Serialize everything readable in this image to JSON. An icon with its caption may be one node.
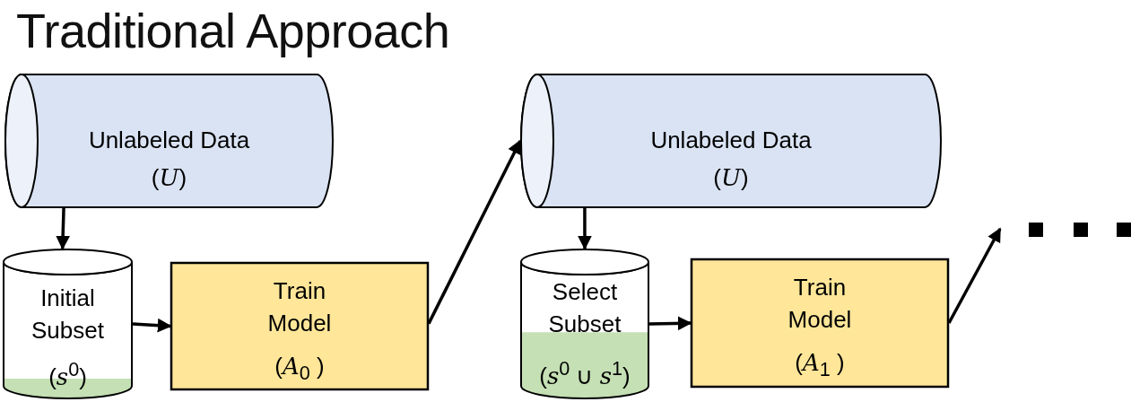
{
  "diagram": {
    "title": "Traditional Approach",
    "nodes": [
      {
        "text": [
          "Unlabeled Data",
          "(*U*)"
        ]
      },
      {
        "text": [
          "Initial Subset",
          "(*s*$^{0}$)"
        ]
      },
      {
        "text": [
          "Train Model",
          "(*A*$_{0}$ )"
        ]
      },
      {
        "text": [
          "Unlabeled Data",
          "(*U*)"
        ]
      },
      {
        "text": [
          "Select Subset",
          "(*s*$^{0}$ ∪ *s*$^{1}$)"
        ]
      },
      {
        "text": [
          "Train Model",
          "(*A*$_{1}$ )"
        ]
      }
    ],
    "edges": [
      {
        "from": 0,
        "to": 1,
        "arrow": "to"
      },
      {
        "from": 1,
        "to": 2,
        "arrow": "to"
      },
      {
        "from": 2,
        "to": 3,
        "arrow": "to"
      },
      {
        "from": 3,
        "to": 4,
        "arrow": "to"
      },
      {
        "from": 4,
        "to": 5,
        "arrow": "to"
      },
      {
        "from": 5,
        "to": null,
        "arrow": "to"
      }
    ]
  }
}
